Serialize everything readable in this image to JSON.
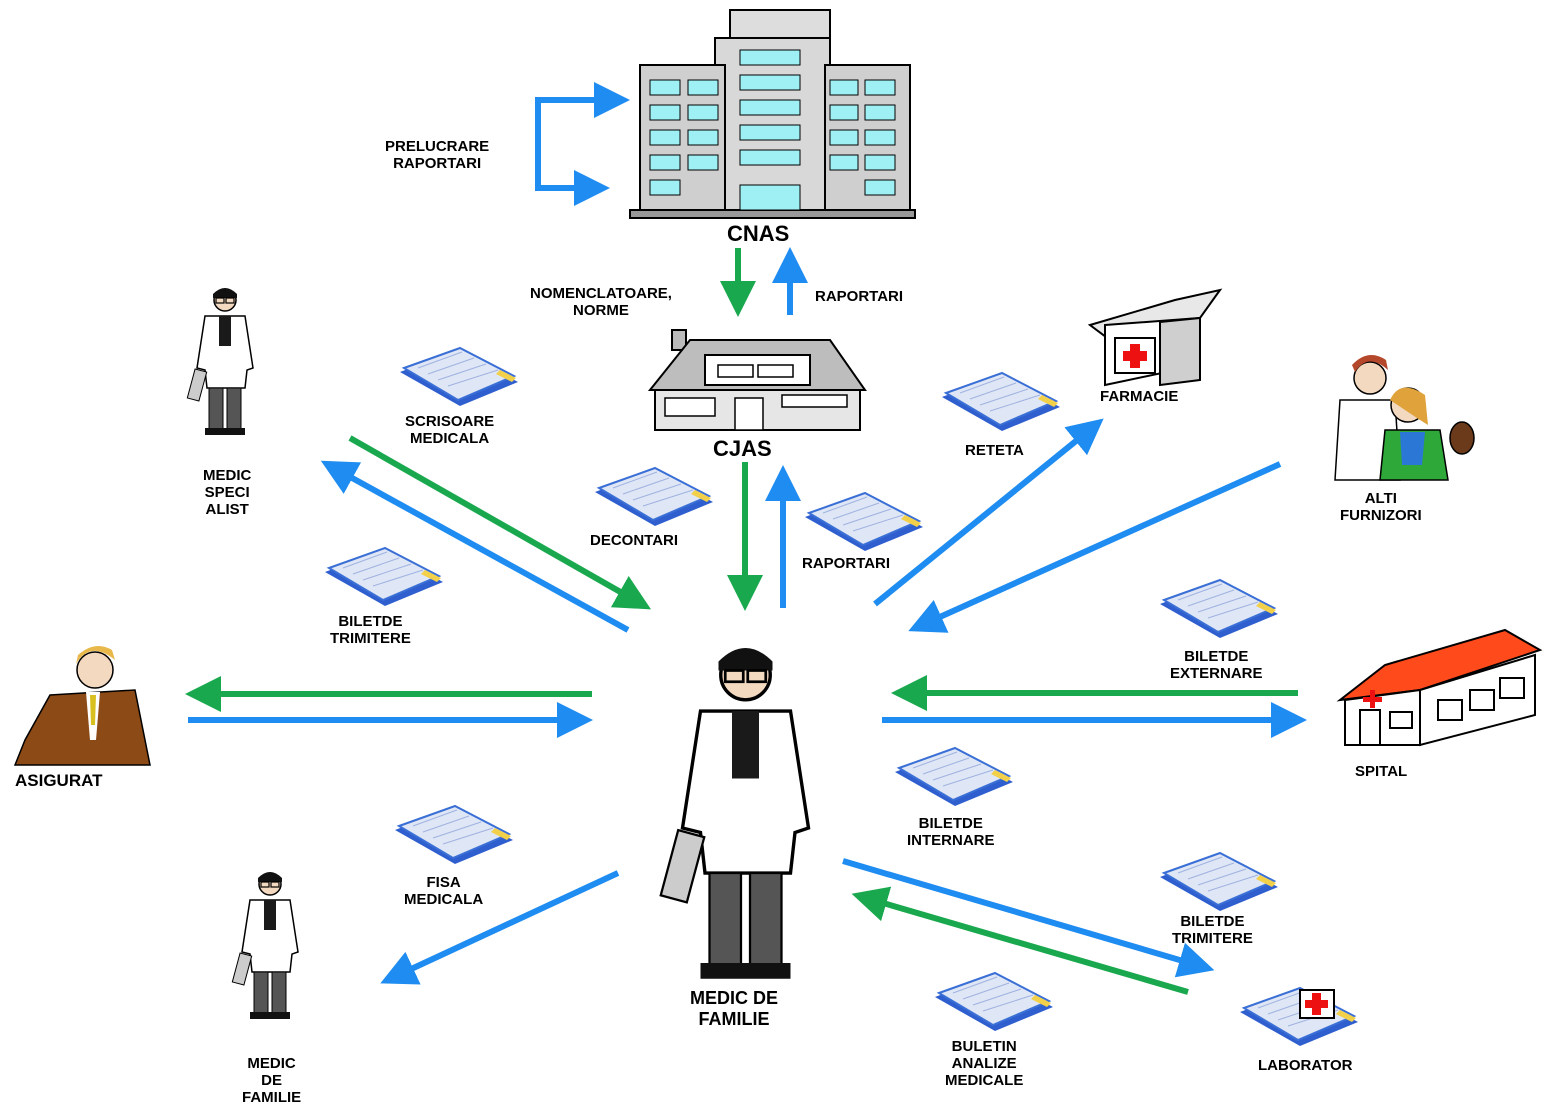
{
  "colors": {
    "green_arrow": "#1aa84f",
    "blue_arrow": "#1e8cf0",
    "doc_blue": "#3a6fd6",
    "roof_red": "#ff4a1c"
  },
  "labels": {
    "prelucrare_raportari": [
      "PRELUCRARE",
      "RAPORTARI"
    ],
    "cnas": "CNAS",
    "nomenclatoare": [
      "NOMENCLATOARE,",
      "NORME"
    ],
    "raportari_top": "RAPORTARI",
    "cjas": "CJAS",
    "decontari": "DECONTARI",
    "raportari_mid": "RAPORTARI",
    "scrisoare_medicala": [
      "SCRISOARE",
      "MEDICALA"
    ],
    "medic_specialist": [
      "MEDIC",
      "SPECI",
      "ALIST"
    ],
    "bilet_trimitere_left": [
      "BILETDE",
      "TRIMITERE"
    ],
    "asigurat": "ASIGURAT",
    "fisa_medicala": [
      "FISA",
      "MEDICALA"
    ],
    "medic_familie_small": [
      "MEDIC",
      "DE",
      "FAMILIE"
    ],
    "medic_familie_center": [
      "MEDIC DE",
      "FAMILIE"
    ],
    "reteta": "RETETA",
    "farmacie": "FARMACIE",
    "alti_furnizori": [
      "ALTI",
      "FURNIZORI"
    ],
    "bilet_externare": [
      "BILETDE",
      "EXTERNARE"
    ],
    "spital": "SPITAL",
    "bilet_internare": [
      "BILETDE",
      "INTERNARE"
    ],
    "bilet_trimitere_right": [
      "BILETDE",
      "TRIMITERE"
    ],
    "buletin_analize": [
      "BULETIN",
      "ANALIZE",
      "MEDICALE"
    ],
    "laborator": "LABORATOR"
  }
}
